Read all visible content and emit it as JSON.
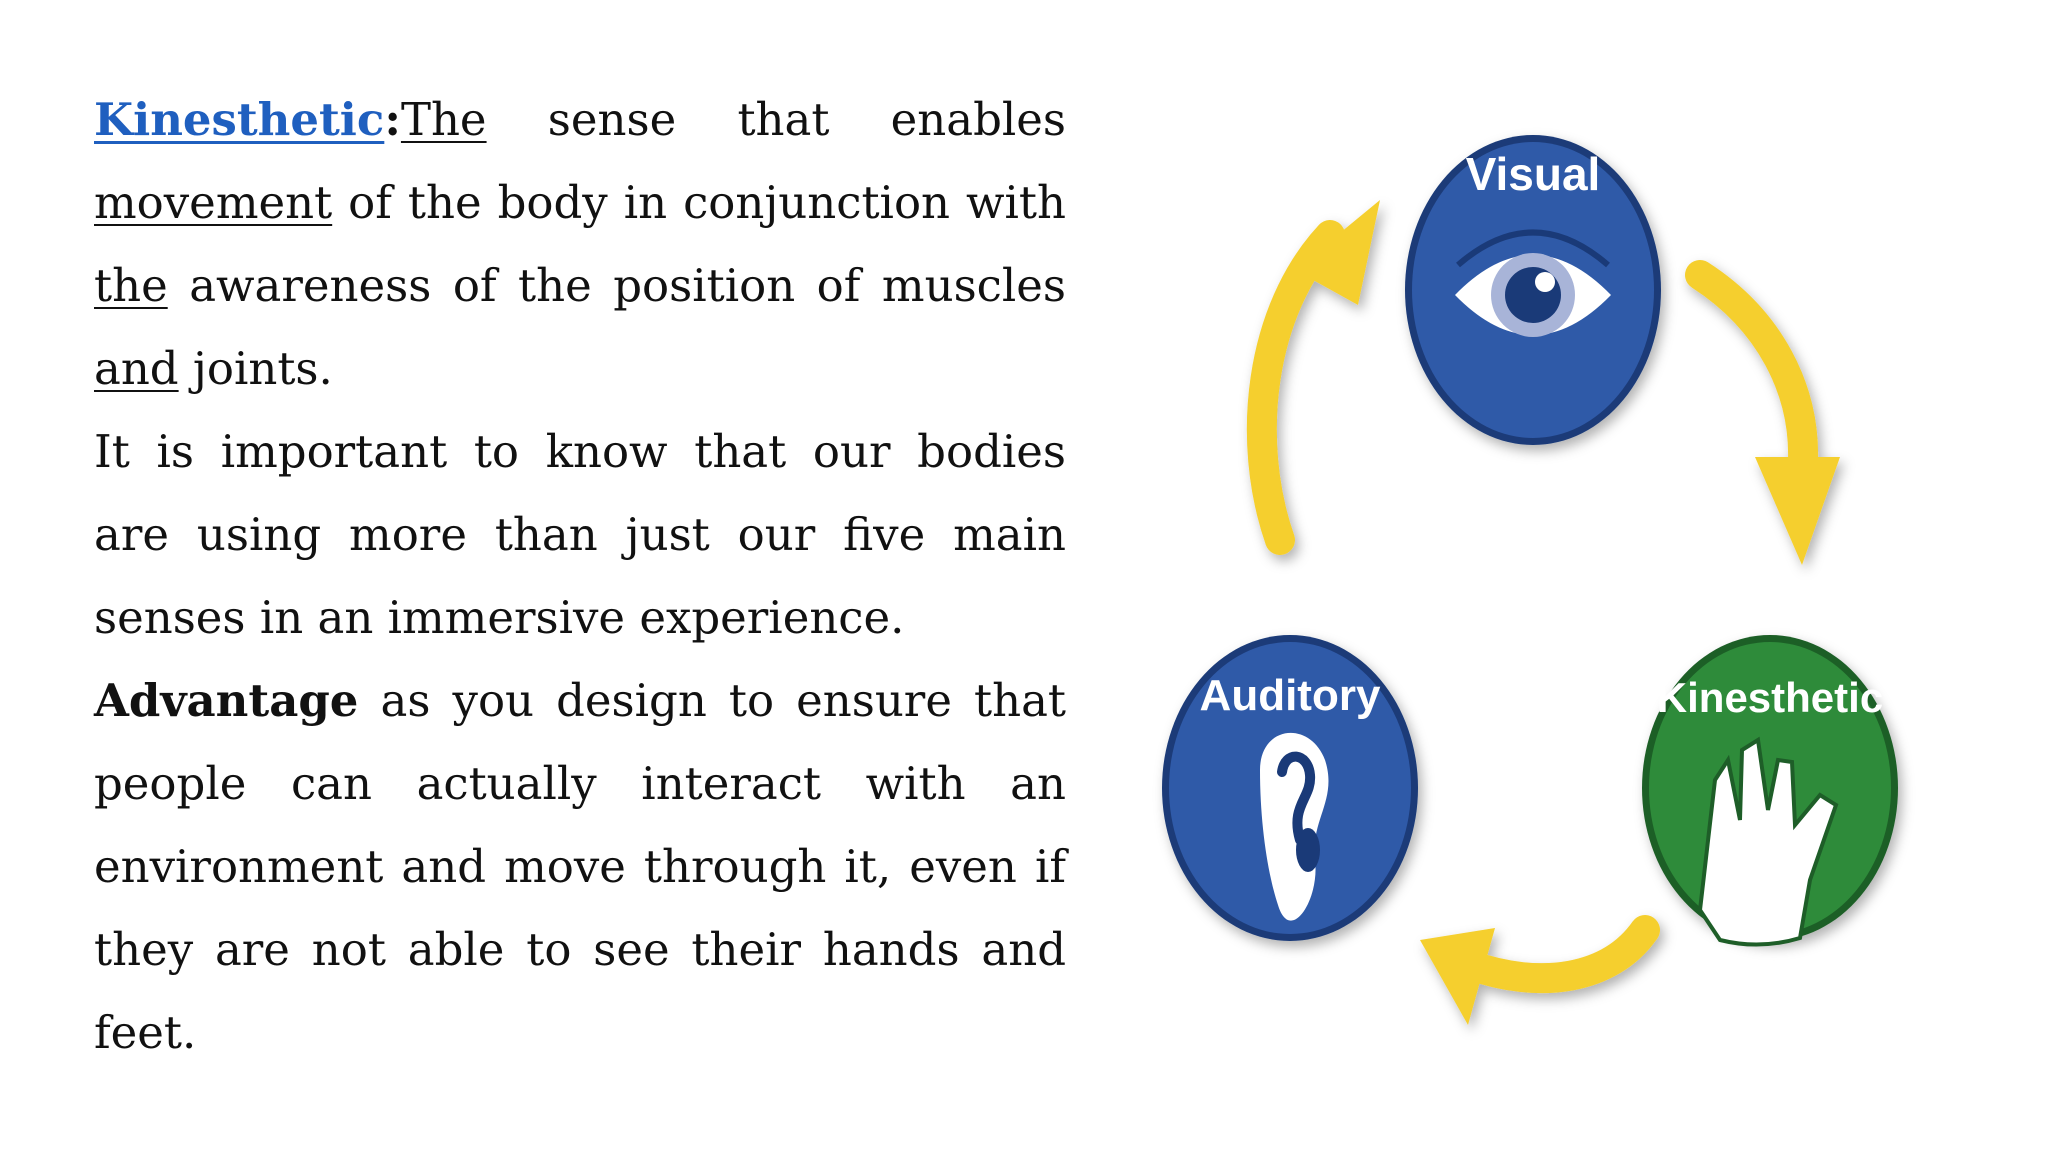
{
  "text": {
    "paragraph1": {
      "term": "Kinesthetic",
      "colon": ":",
      "w_the": "The",
      "w_sense_enables": " sense that enables ",
      "w_movement": "movement",
      "w_rest1": " of the body in conjunction with ",
      "w_the2": "the",
      "w_rest2": " awareness of the position of muscles ",
      "w_and": "and",
      "w_rest3": " joints."
    },
    "paragraph2": "It is important to know that our bodies are using more than just our five main senses in an immersive experience.",
    "paragraph3": {
      "bold": "Advantage",
      "rest": " as you design to ensure that people can actually interact with an environment and move through it, even if they are not able to see their hands and feet."
    }
  },
  "diagram": {
    "visual": {
      "label": "Visual",
      "icon": "eye-icon",
      "color": "#2f5aa8"
    },
    "auditory": {
      "label": "Auditory",
      "icon": "ear-icon",
      "color": "#2f5aa8"
    },
    "kinesthetic": {
      "label": "Kinesthetic",
      "icon": "hand-icon",
      "color": "#2e8b3a"
    },
    "arrow_color": "#f5cf2e"
  }
}
